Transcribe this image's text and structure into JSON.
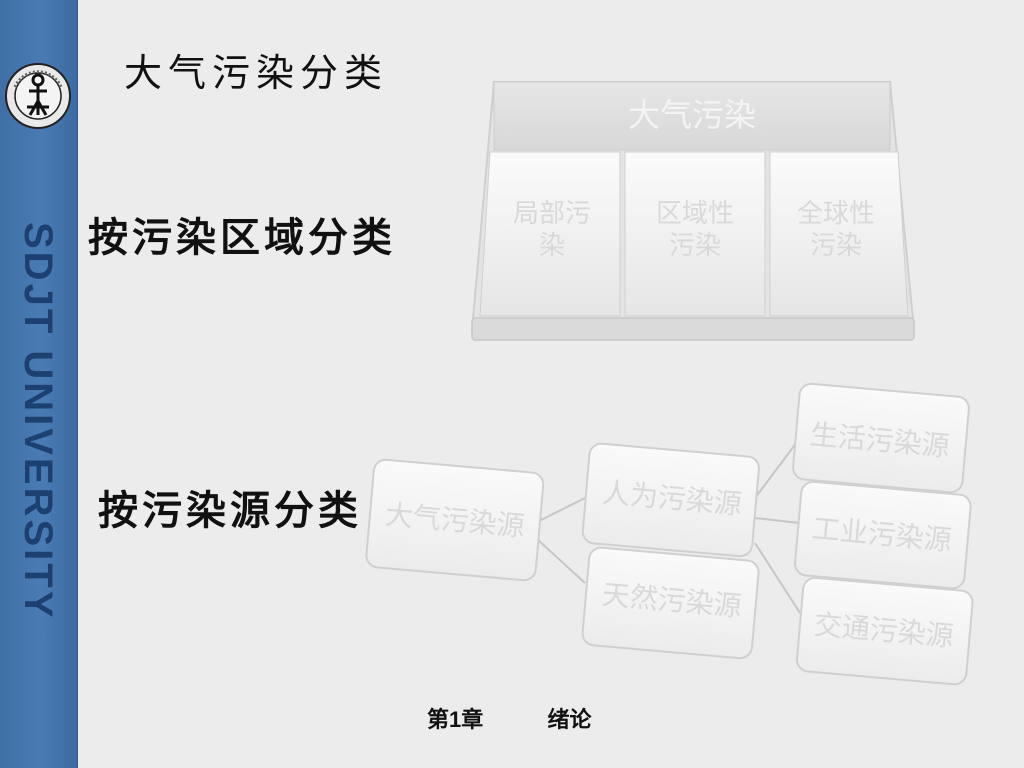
{
  "sidebar": {
    "vertical_text": "SDJT UNIVERSITY",
    "logo_text": "SHANDONG JIAOTONG UNIVERSITY"
  },
  "title": "大气污染分类",
  "label_region": "按污染区域分类",
  "label_source": "按污染源分类",
  "region_diagram": {
    "header": "大气污染",
    "columns": [
      "局部污染",
      "区域性污染",
      "全球性污染"
    ]
  },
  "source_tree": {
    "root": "大气污染源",
    "level1": [
      "人为污染源",
      "天然污染源"
    ],
    "level2": [
      "生活污染源",
      "工业污染源",
      "交通污染源"
    ]
  },
  "footer": {
    "chapter": "第1章",
    "section": "绪论"
  },
  "colors": {
    "sidebar": "#4574ad",
    "sidebar_text": "#1c4171",
    "background": "#ececec",
    "box_fill": "#f3f3f3",
    "box_text": "#d9d9d9"
  }
}
